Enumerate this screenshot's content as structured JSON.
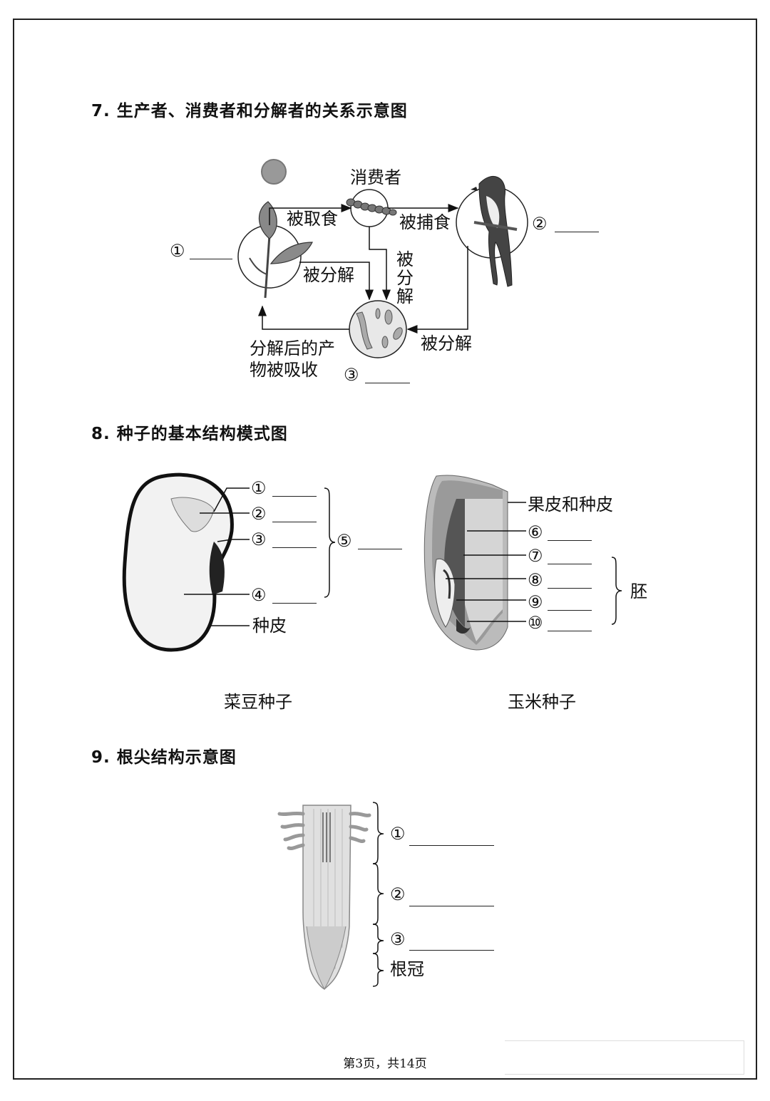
{
  "q7": {
    "title": "7. 生产者、消费者和分解者的关系示意图",
    "consumer": "消费者",
    "eaten": "被取食",
    "preyed": "被捕食",
    "decomposed": "被分解",
    "decomposed_v1": "被",
    "decomposed_v2": "分",
    "decomposed_v3": "解",
    "absorbed_1": "分解后的产",
    "absorbed_2": "物被吸收",
    "num1": "①",
    "num2": "②",
    "num3": "③"
  },
  "q8": {
    "title": "8. 种子的基本结构模式图",
    "bean_caption": "菜豆种子",
    "corn_caption": "玉米种子",
    "bean_labels": [
      "①",
      "②",
      "③",
      "④",
      "⑤"
    ],
    "seed_coat": "种皮",
    "pericarp": "果皮和种皮",
    "corn_labels": [
      "⑥",
      "⑦",
      "⑧",
      "⑨",
      "⑩"
    ],
    "embryo": "胚"
  },
  "q9": {
    "title": "9. 根尖结构示意图",
    "labels": [
      "①",
      "②",
      "③"
    ],
    "root_cap": "根冠"
  },
  "footer": "第3页，共14页"
}
